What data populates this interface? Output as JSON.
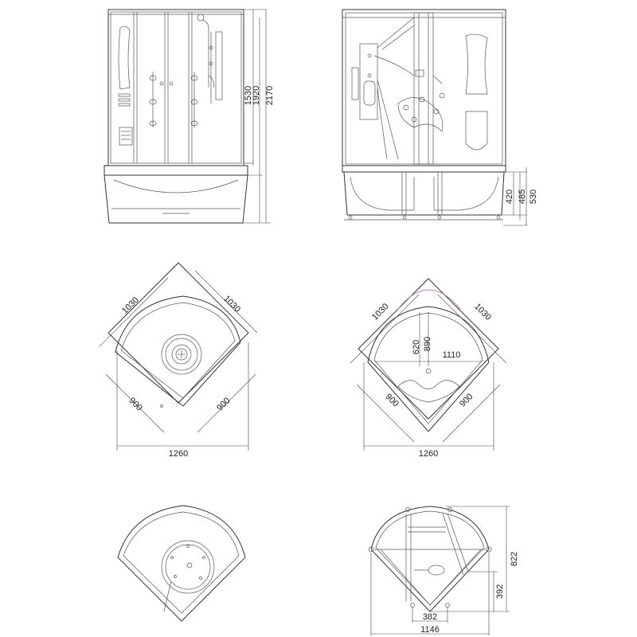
{
  "views": {
    "front_elevation": {
      "dimensions": [
        "1530",
        "1920",
        "2170"
      ]
    },
    "side_elevation": {
      "dimensions": [
        "420",
        "485",
        "530"
      ]
    },
    "plan_enclosure_front": {
      "dimensions": {
        "top_left": "1030",
        "top_right": "1030",
        "bottom_left": "900",
        "bottom_right": "900",
        "overall_width": "1260"
      }
    },
    "plan_enclosure_back": {
      "dimensions": {
        "top_left": "1030",
        "top_right": "1030",
        "inner_depth_short": "620",
        "inner_depth_long": "890",
        "inner_width": "1110",
        "bottom_left": "900",
        "bottom_right": "900",
        "overall_width": "1260"
      }
    },
    "tray_plan": {},
    "base_frame_plan": {
      "dimensions": {
        "depth": "822",
        "front_offset": "392",
        "drain_spacing": "382",
        "overall_width": "1146"
      }
    }
  },
  "colors": {
    "line": "#333333",
    "accent_arc": "#c080c0",
    "background": "#ffffff"
  }
}
